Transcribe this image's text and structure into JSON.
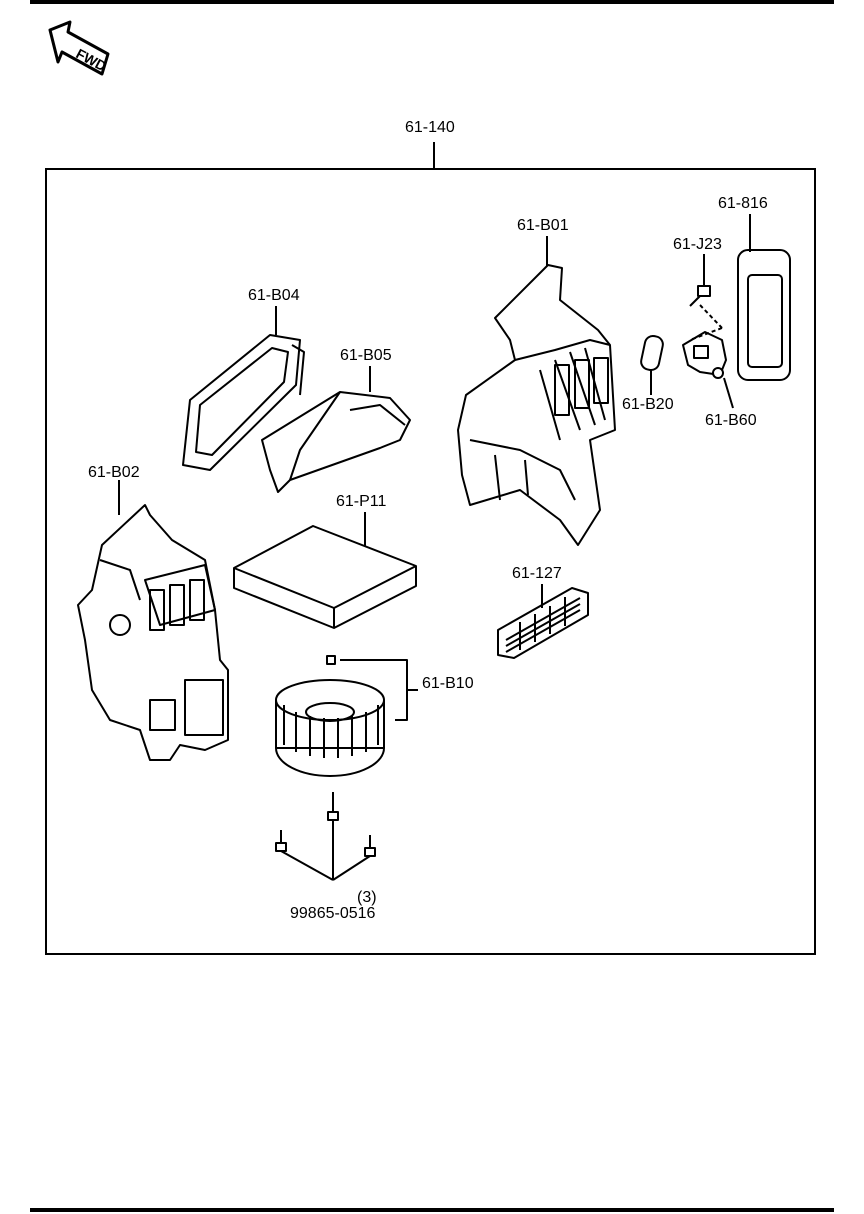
{
  "diagram": {
    "fwd_label": "FWD",
    "assembly_part": "61-140",
    "parts": {
      "b01": "61-B01",
      "j23": "61-J23",
      "p816": "61-816",
      "b04": "61-B04",
      "b05": "61-B05",
      "b20": "61-B20",
      "b60": "61-B60",
      "b02": "61-B02",
      "p11": "61-P11",
      "p127": "61-127",
      "b10": "61-B10",
      "screw_qty": "(3)",
      "screw_part": "99865-0516"
    }
  }
}
